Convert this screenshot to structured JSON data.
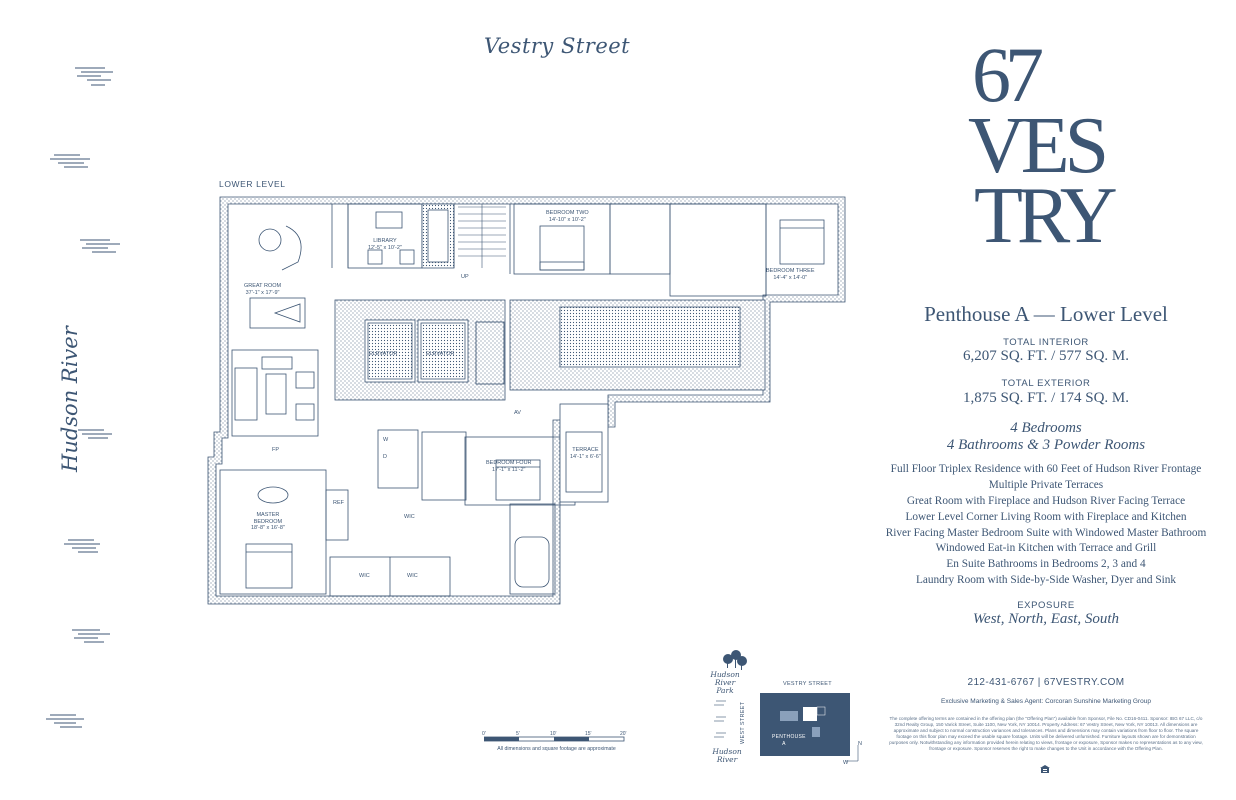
{
  "street_top": "Vestry Street",
  "river_left": "Hudson River",
  "logo": {
    "line1": "67",
    "line2": "VES",
    "line3": "TRY"
  },
  "unit_title": "Penthouse A — Lower Level",
  "interior": {
    "label": "TOTAL INTERIOR",
    "value": "6,207 SQ. FT.  /  577 SQ. M."
  },
  "exterior": {
    "label": "TOTAL EXTERIOR",
    "value": "1,875 SQ. FT.  /  174 SQ. M."
  },
  "bedrooms": "4 Bedrooms",
  "bathrooms": "4 Bathrooms & 3 Powder Rooms",
  "features": [
    "Full Floor Triplex Residence with 60 Feet of Hudson River Frontage",
    "Multiple Private Terraces",
    "Great Room with Fireplace and Hudson River Facing Terrace",
    "Lower Level Corner Living Room with Fireplace and Kitchen",
    "River Facing Master Bedroom Suite with Windowed Master Bathroom",
    "Windowed Eat-in Kitchen with Terrace and Grill",
    "En Suite Bathrooms in Bedrooms 2, 3 and 4",
    "Laundry Room with Side-by-Side Washer, Dyer and Sink"
  ],
  "exposure": {
    "label": "EXPOSURE",
    "value": "West, North, East, South"
  },
  "contact": "212-431-6767  |  67VESTRY.COM",
  "agent": "Exclusive Marketing & Sales Agent: Corcoran Sunshine Marketing Group",
  "legal": "The complete offering terms are contained in the offering plan (the \"Offering Plan\") available from Sponsor, File No. CD16-0411. Sponsor: IBG 67 LLC, c/o 32nd Realty Group, 150 Varick Street, Suite 1100, New York, NY 10014. Property Address: 67 Vestry Street, New York, NY 10013. All dimensions are approximate and subject to normal construction variances and tolerances. Plans and dimensions may contain variations from floor to floor. The square footage on this floor plan may exceed the usable square footage. Units will be delivered unfurnished. Furniture layouts shown are for demonstration purposes only. Notwithstanding any information provided herein relating to views, frontage or exposure, Sponsor makes no representations as to any view, frontage or exposure. Sponsor reserves the right to make changes to the Unit in accordance with the Offering Plan.",
  "plan": {
    "label": "LOWER LEVEL",
    "rooms": {
      "great_room": {
        "name": "GREAT ROOM",
        "dim": "37'-1\" x 17'-9\""
      },
      "library": {
        "name": "LIBRARY",
        "dim": "12'-5\" x 10'-2\""
      },
      "bedroom_two": {
        "name": "BEDROOM TWO",
        "dim": "14'-10\" x 10'-2\""
      },
      "bedroom_three": {
        "name": "BEDROOM THREE",
        "dim": "14'-4\" x 14'-0\""
      },
      "elevator_1": "ELEVATOR",
      "elevator_2": "ELEVATOR",
      "bedroom_four": {
        "name": "BEDROOM FOUR",
        "dim": "17'-1\" x 11'-2\""
      },
      "terrace": {
        "name": "TERRACE",
        "dim": "14'-1\" x 6'-6\""
      },
      "master": {
        "name1": "MASTER",
        "name2": "BEDROOM",
        "dim": "18'-8\" x 16'-8\""
      },
      "fp": "FP",
      "ref": "REF",
      "wic1": "WIC",
      "wic2": "WIC",
      "wic3": "WIC",
      "av": "AV",
      "up": "UP",
      "w": "W",
      "d": "D"
    }
  },
  "scale": {
    "ticks": [
      "0'",
      "5'",
      "10'",
      "15'",
      "20'"
    ],
    "note": "All dimensions and square footage are approximate"
  },
  "keyplan": {
    "vestry_street": "VESTRY STREET",
    "west_street": "WEST STREET",
    "unit": "PENTHOUSE A",
    "park": "Hudson River Park",
    "river": "Hudson River",
    "n": "N",
    "w": "W"
  }
}
